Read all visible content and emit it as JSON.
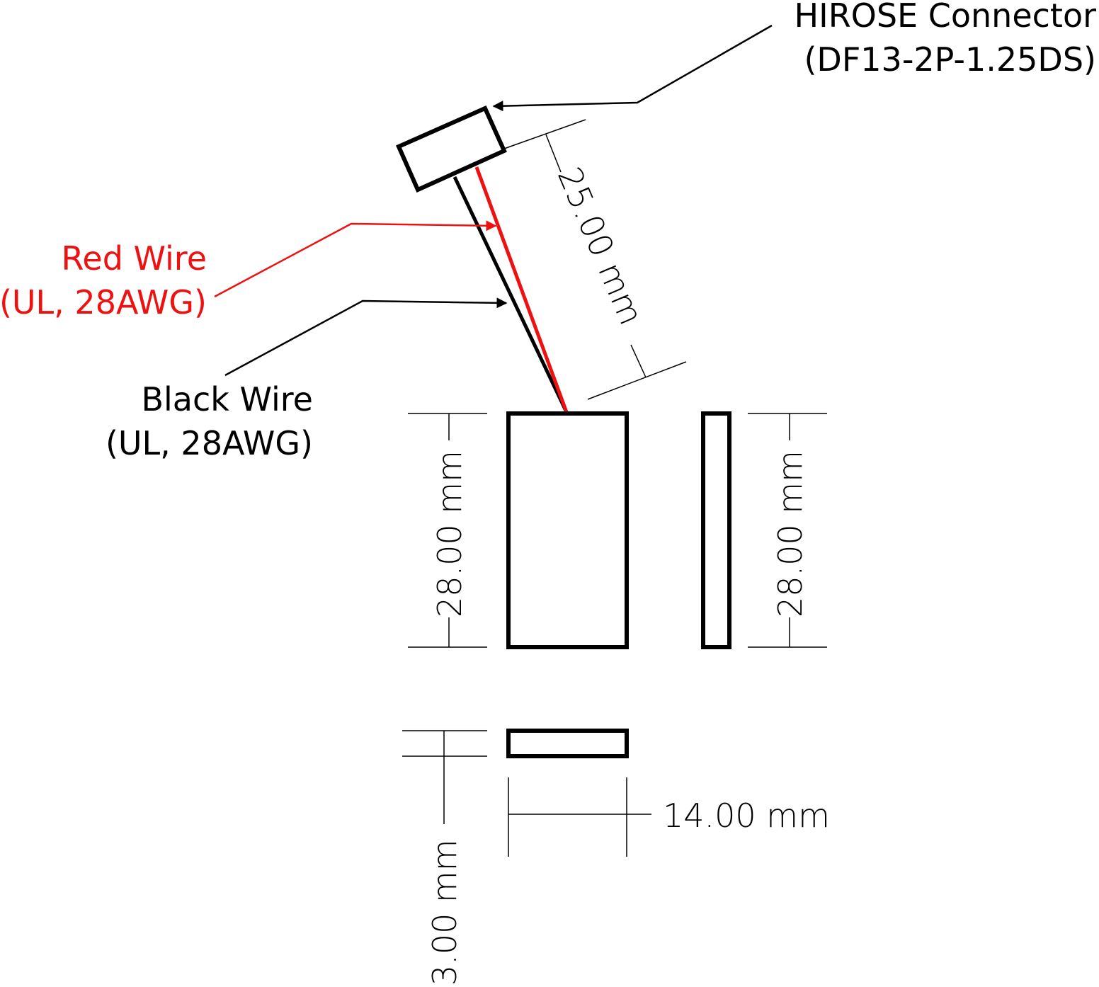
{
  "labels": {
    "connector_line1": "HIROSE Connector",
    "connector_line2": "(DF13-2P-1.25DS)",
    "red_line1": "Red Wire",
    "red_line2": "(UL, 28AWG)",
    "black_line1": "Black Wire",
    "black_line2": "(UL, 28AWG)"
  },
  "dimensions": {
    "wire_length": "25.00 mm",
    "front_height": "28.00 mm",
    "side_height": "28.00 mm",
    "width": "14.00 mm",
    "thickness": "3.00 mm"
  },
  "colors": {
    "outline": "#000000",
    "red_wire": "#ee1111"
  }
}
